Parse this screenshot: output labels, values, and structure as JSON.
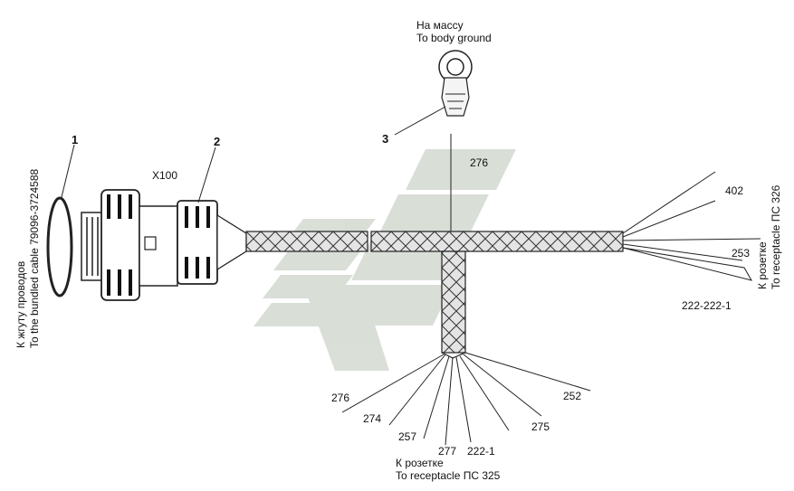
{
  "labels": {
    "ground_ru": "На массу",
    "ground_en": "To body ground",
    "connector": "X100",
    "bundle_ru": "К жгуту проводов",
    "bundle_en": "To the bundled cable 79096-3724588",
    "r326_ru": "К розетке",
    "r326_en": "To receptacle ПС 326",
    "r325_ru": "К розетке",
    "r325_en": "To receptacle ПС 325"
  },
  "callouts": [
    "1",
    "2",
    "3"
  ],
  "wires": {
    "top": "276",
    "right": [
      "402",
      "253",
      "222-222-1"
    ],
    "bottom": [
      "276",
      "274",
      "257",
      "277",
      "222-1",
      "275",
      "252"
    ]
  },
  "colors": {
    "ink": "#222222",
    "watermark": "#d3d9d1",
    "braid": "#dcdcdc"
  }
}
